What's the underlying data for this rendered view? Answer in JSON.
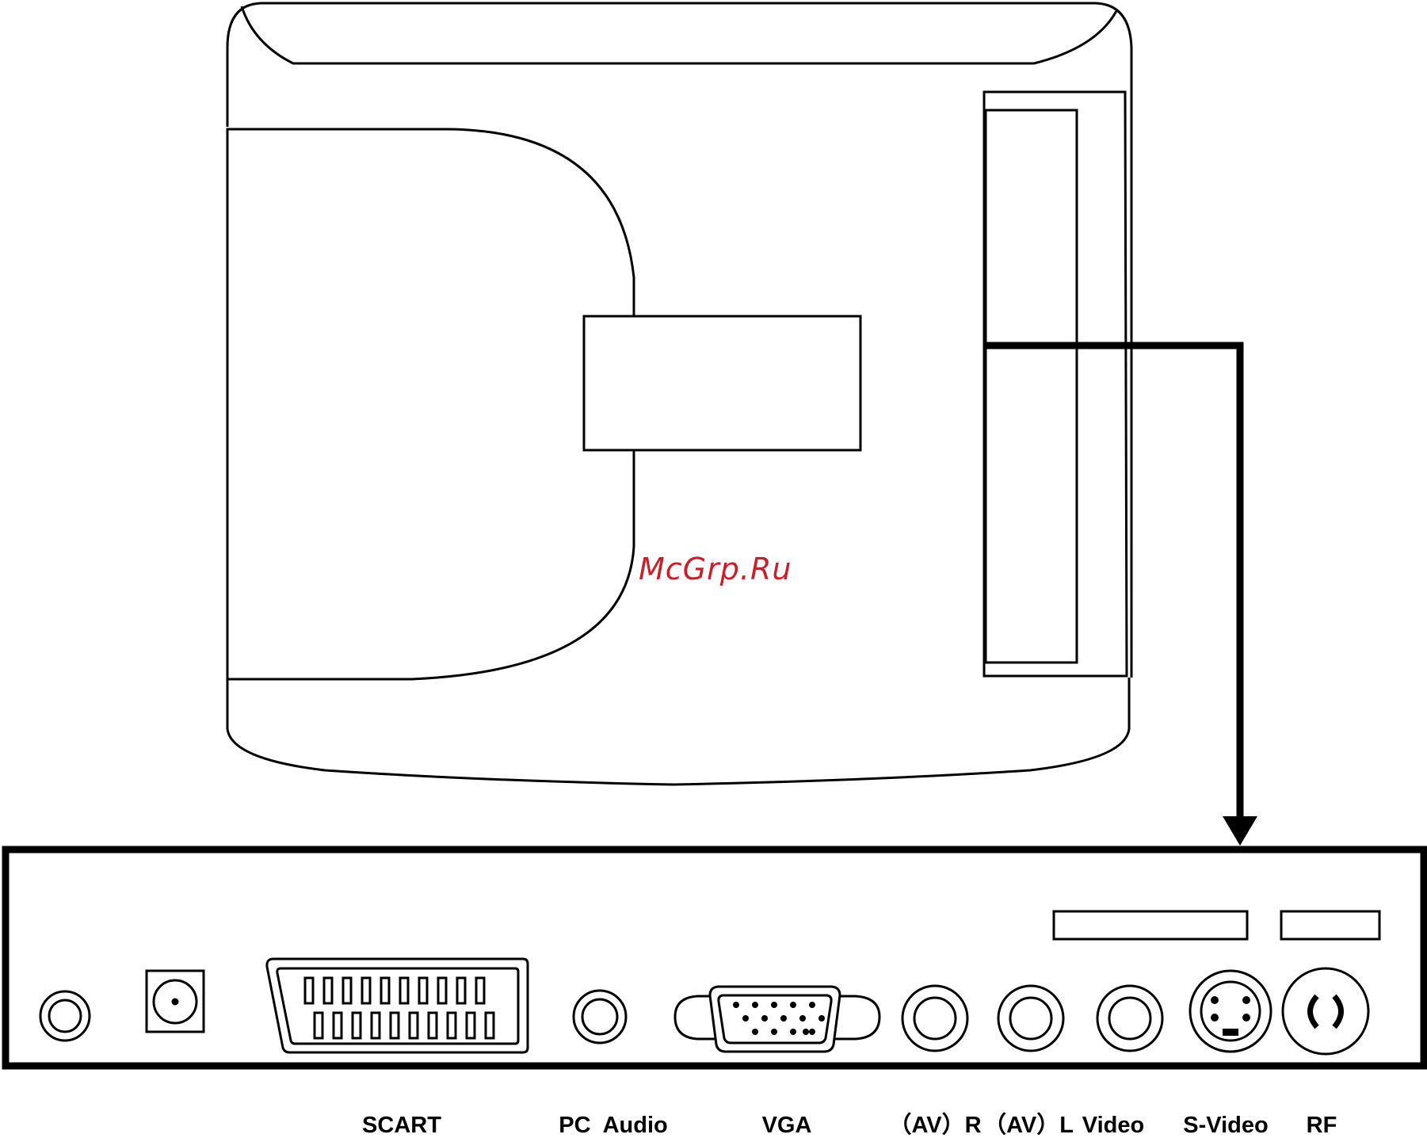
{
  "watermark": "McGrp.Ru",
  "labels": {
    "scart": "SCART",
    "pc_audio": "PC  Audio",
    "vga": "VGA",
    "av_r": "（AV）R",
    "av_l": "（AV）L",
    "video": "Video",
    "s_video": "S-Video",
    "rf": "RF"
  },
  "colors": {
    "line": "#000000",
    "watermark": "#c8202a",
    "background": "#ffffff"
  }
}
